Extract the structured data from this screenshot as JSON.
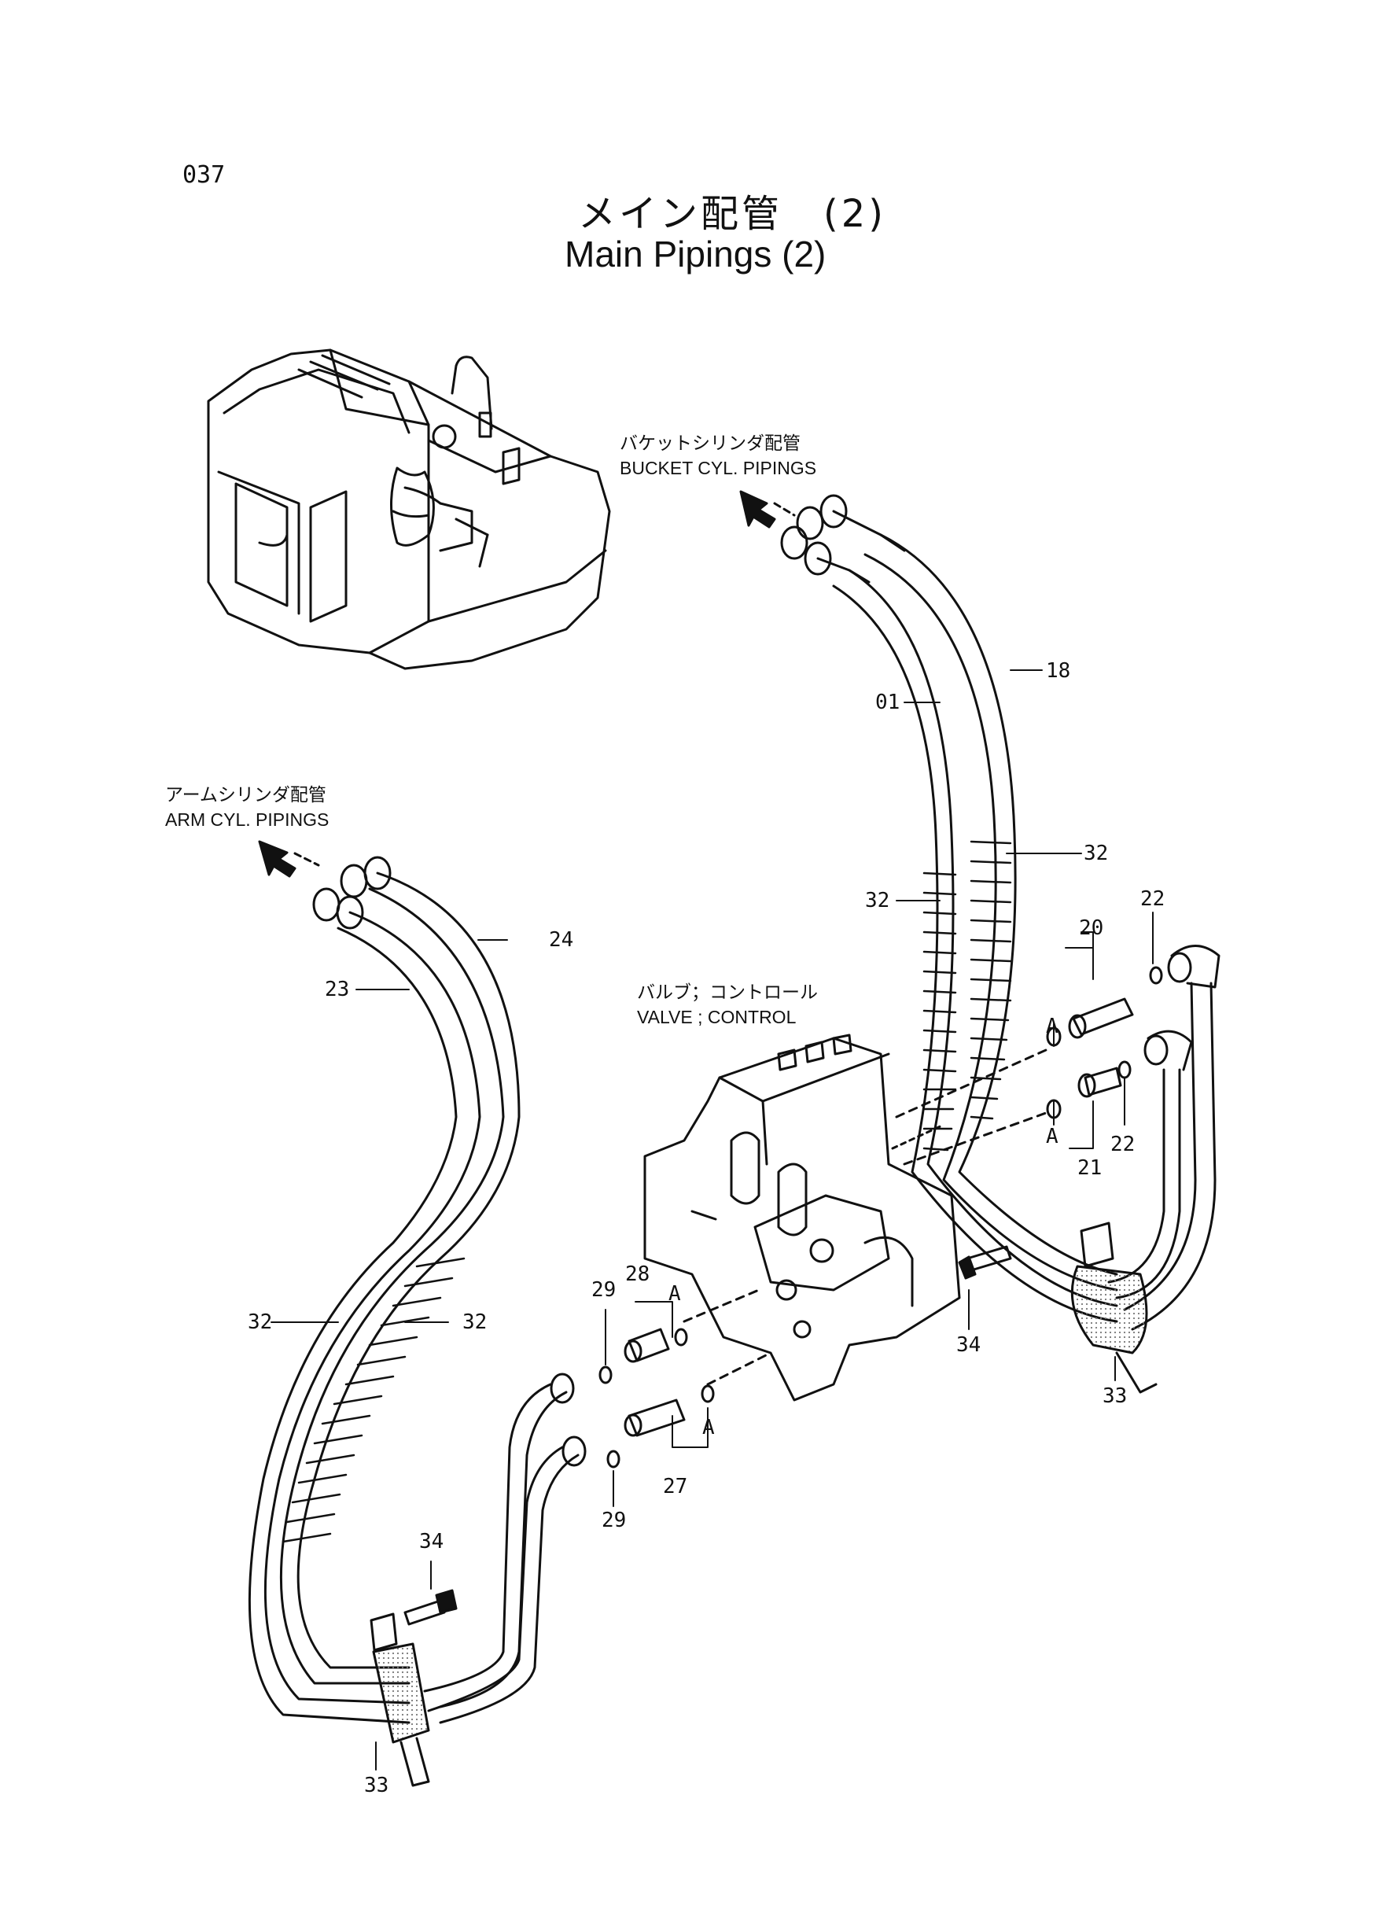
{
  "page_number": "037",
  "title": {
    "japanese": "メイン配管　(2)",
    "english": "Main Pipings (2)"
  },
  "labels": {
    "bucket_jp": "バケットシリンダ配管",
    "bucket_en": "BUCKET CYL. PIPINGS",
    "arm_jp": "アームシリンダ配管",
    "arm_en": "ARM CYL. PIPINGS",
    "valve_jp": "バルブ；コントロール",
    "valve_en": "VALVE ; CONTROL"
  },
  "callouts": {
    "p01": "01",
    "p18": "18",
    "p32a": "32",
    "p32b": "32",
    "p32c": "32",
    "p32d": "32",
    "p20": "20",
    "p22a": "22",
    "p22b": "22",
    "p21": "21",
    "p24": "24",
    "p23": "23",
    "p28": "28",
    "p29a": "29",
    "p29b": "29",
    "p27": "27",
    "p34a": "34",
    "p34b": "34",
    "p33a": "33",
    "p33b": "33",
    "a1": "A",
    "a2": "A",
    "a3": "A",
    "a4": "A"
  },
  "colors": {
    "ink": "#111111",
    "paper": "#ffffff",
    "stipple": "#bdbdbd"
  }
}
